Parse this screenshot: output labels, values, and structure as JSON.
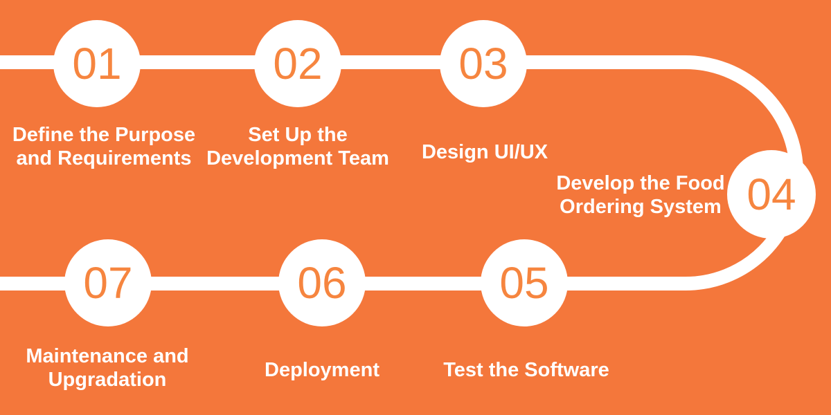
{
  "colors": {
    "background": "#f4773b",
    "line": "#ffffff",
    "circle_fill": "#ffffff",
    "number_text": "#f6853f",
    "label_text": "#ffffff"
  },
  "steps": [
    {
      "number": "01",
      "label_lines": [
        "Define the Purpose",
        "and Requirements"
      ]
    },
    {
      "number": "02",
      "label_lines": [
        "Set Up the",
        "Development Team"
      ]
    },
    {
      "number": "03",
      "label_lines": [
        "Design UI/UX"
      ]
    },
    {
      "number": "04",
      "label_lines": [
        "Develop the Food",
        "Ordering System"
      ]
    },
    {
      "number": "05",
      "label_lines": [
        "Test the Software"
      ]
    },
    {
      "number": "06",
      "label_lines": [
        "Deployment"
      ]
    },
    {
      "number": "07",
      "label_lines": [
        "Maintenance and",
        "Upgradation"
      ]
    }
  ]
}
